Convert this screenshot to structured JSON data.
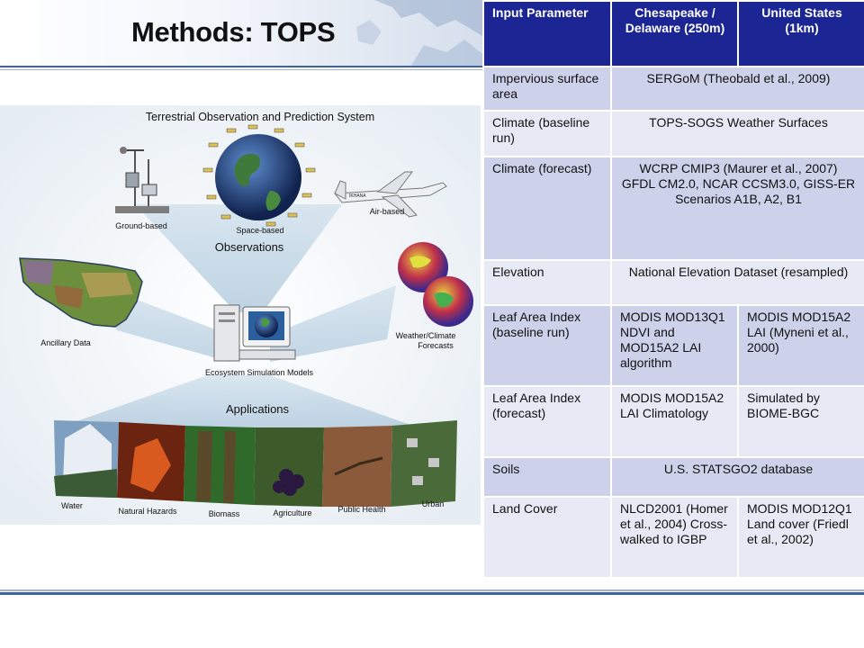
{
  "slide": {
    "title": "Methods: TOPS"
  },
  "diagram": {
    "heading": "Terrestrial Observation and Prediction System",
    "labels": {
      "ground": "Ground-based",
      "space": "Space-based",
      "air": "Air-based",
      "observations": "Observations",
      "ancillary": "Ancillary Data",
      "weather_1": "Weather/Climate",
      "weather_2": "Forecasts",
      "ecosystem": "Ecosystem Simulation Models",
      "applications": "Applications",
      "water": "Water",
      "hazards": "Natural Hazards",
      "biomass": "Biomass",
      "agriculture": "Agriculture",
      "health": "Public Health",
      "urban": "Urban",
      "plane_tail": "IKHANA"
    }
  },
  "table": {
    "headers": [
      "Input Parameter",
      "Chesapeake / Delaware (250m)",
      "United States (1km)"
    ],
    "rows": [
      {
        "param": "Impervious surface area",
        "shared": "SERGoM (Theobald et al., 2009)"
      },
      {
        "param": "Climate (baseline run)",
        "shared": "TOPS-SOGS Weather Surfaces"
      },
      {
        "param": "Climate (forecast)",
        "shared_lines": [
          "WCRP CMIP3 (Maurer et al., 2007)",
          "GFDL CM2.0, NCAR CCSM3.0, GISS-ER",
          "Scenarios A1B, A2, B1"
        ]
      },
      {
        "param": "Elevation",
        "shared": "National Elevation Dataset (resampled)"
      },
      {
        "param": "Leaf Area Index (baseline run)",
        "cb": "MODIS MOD13Q1 NDVI and MOD15A2 LAI algorithm",
        "us": "MODIS MOD15A2 LAI (Myneni et al., 2000)"
      },
      {
        "param": "Leaf Area Index (forecast)",
        "cb": "MODIS MOD15A2 LAI Climatology",
        "us": "Simulated by BIOME-BGC"
      },
      {
        "param": "Soils",
        "shared": "U.S. STATSGO2 database"
      },
      {
        "param": "Land Cover",
        "cb": "NLCD2001 (Homer et al., 2004) Cross-walked to IGBP",
        "us": "MODIS MOD12Q1 Land cover (Friedl et al., 2002)"
      }
    ]
  },
  "colors": {
    "header_fill": "#1b2593",
    "row_dark": "#cdd1ea",
    "row_light": "#e7e9f5",
    "accent_line": "#3d62a8"
  }
}
